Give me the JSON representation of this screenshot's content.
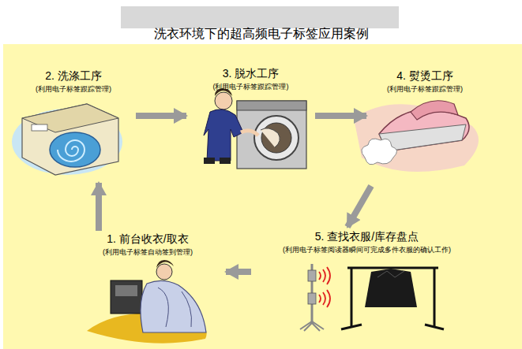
{
  "diagram": {
    "title": "洗衣环境下的超高频电子标签应用案例",
    "nodes": [
      {
        "text": [
          "2. 洗涤工序",
          "(利用电子标签跟踪管理)"
        ]
      },
      {
        "text": [
          "3. 脱水工序",
          "(利用电子标签跟踪管理)"
        ]
      },
      {
        "text": [
          "4. 熨烫工序",
          "(利用电子标签跟踪管理)"
        ]
      },
      {
        "text": [
          "5. 查找衣服/库存盘点",
          "(利用电子标签阅读器瞬间可完成多件衣服的确认工作)"
        ]
      },
      {
        "text": [
          "1. 前台收衣/取衣",
          "(利用电子标签自动签到管理)"
        ]
      }
    ],
    "edges": [
      {
        "from": 4,
        "to": 0,
        "arrow": "to"
      },
      {
        "from": 0,
        "to": 1,
        "arrow": "to"
      },
      {
        "from": 1,
        "to": 2,
        "arrow": "to"
      },
      {
        "from": 2,
        "to": 3,
        "arrow": "to"
      },
      {
        "from": 3,
        "to": 4,
        "arrow": "to"
      }
    ]
  }
}
